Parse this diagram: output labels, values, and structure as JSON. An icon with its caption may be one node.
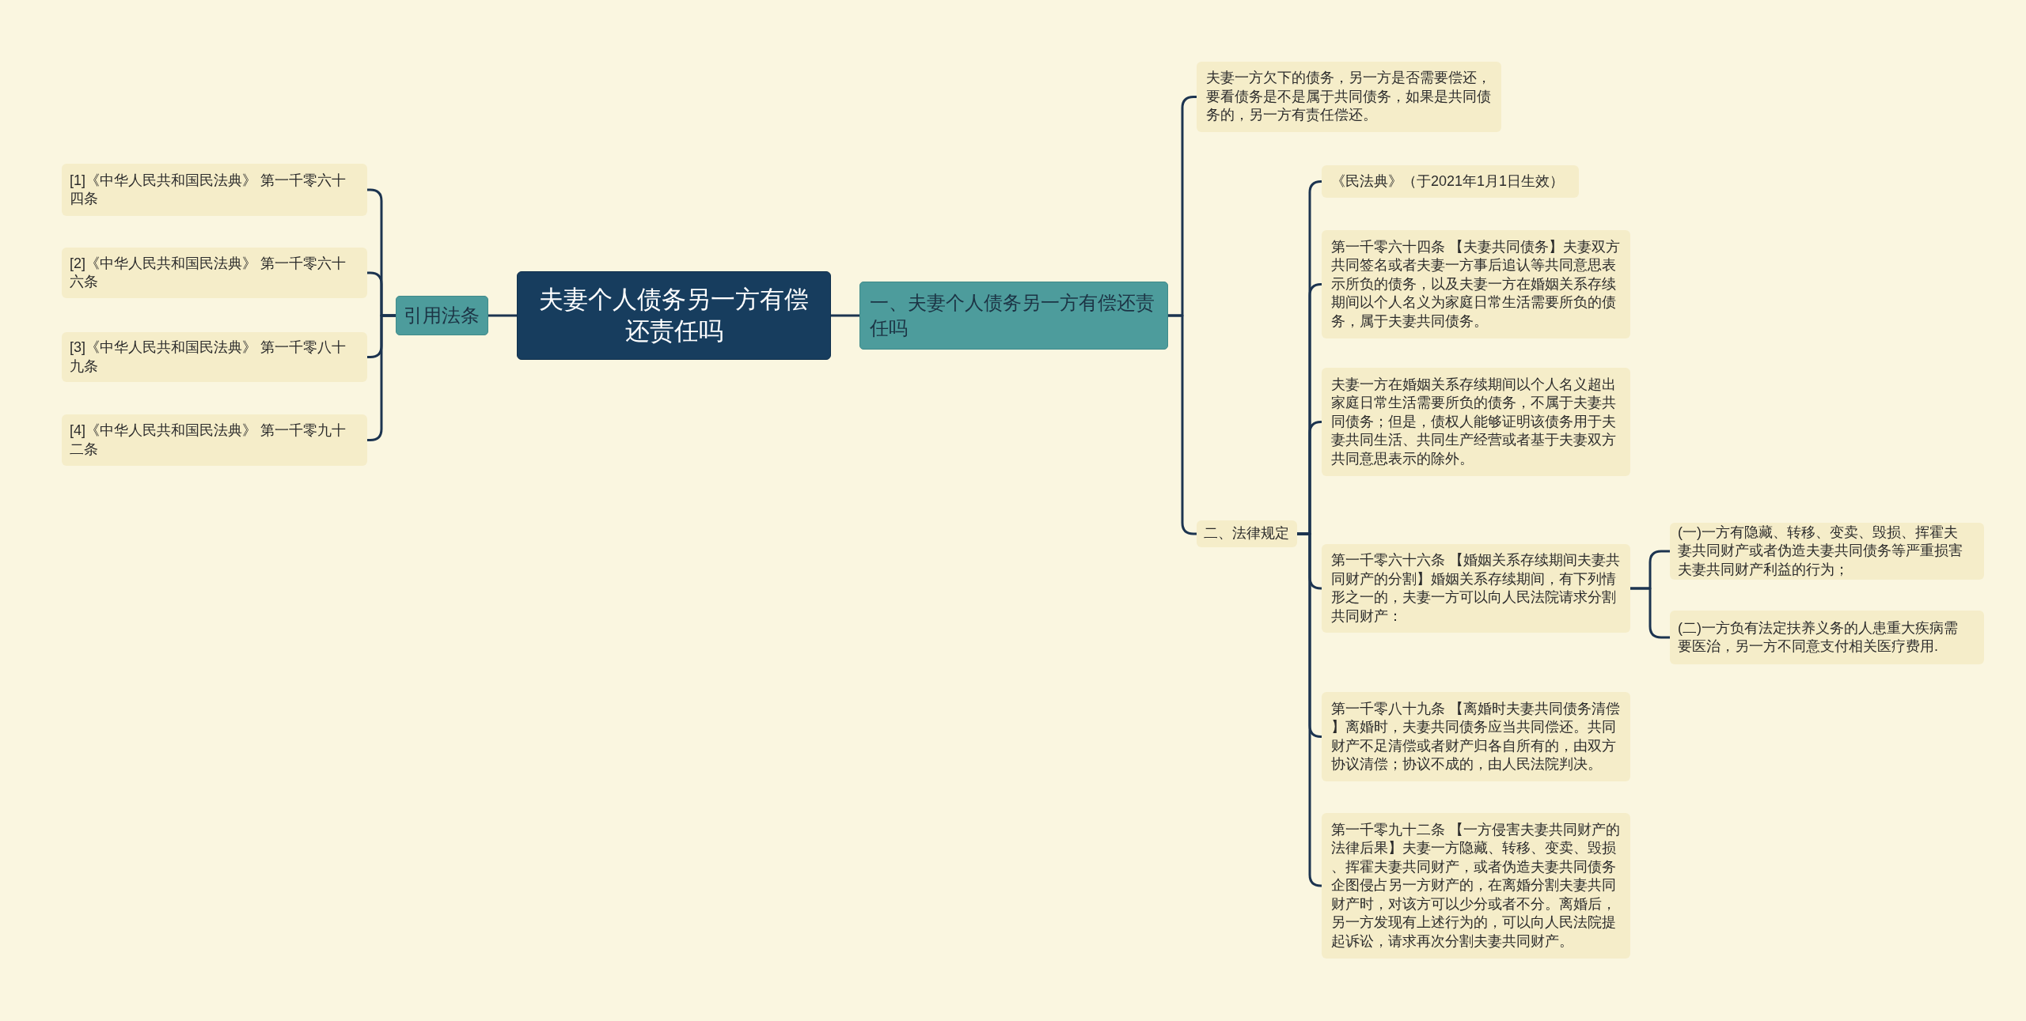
{
  "diagram": {
    "nodes": [
      {
        "text": [
          "夫妻个人债务另一方有偿还责任吗"
        ]
      },
      {
        "text": [
          "引用法条"
        ]
      },
      {
        "text": [
          "[1]《中华人民共和国民法典》 第一千零六十四条"
        ]
      },
      {
        "text": [
          "[2]《中华人民共和国民法典》 第一千零六十六条"
        ]
      },
      {
        "text": [
          "[3]《中华人民共和国民法典》 第一千零八十九条"
        ]
      },
      {
        "text": [
          "[4]《中华人民共和国民法典》 第一千零九十二条"
        ]
      },
      {
        "text": [
          "一、夫妻个人债务另一方有偿还责任吗"
        ]
      },
      {
        "text": [
          "夫妻一方欠下的债务，另一方是否需要偿还，要看债务是不是属于共同债务，如果是共同债务的，另一方有责任偿还。"
        ]
      },
      {
        "text": [
          "二、法律规定"
        ]
      },
      {
        "text": [
          "《民法典》（于2021年1月1日生效）"
        ]
      },
      {
        "text": [
          "第一千零六十四条 【夫妻共同债务】夫妻双方共同签名或者夫妻一方事后追认等共同意思表示所负的债务，以及夫妻一方在婚姻关系存续期间以个人名义为家庭日常生活需要所负的债务，属于夫妻共同债务。"
        ]
      },
      {
        "text": [
          "夫妻一方在婚姻关系存续期间以个人名义超出家庭日常生活需要所负的债务，不属于夫妻共同债务；但是，债权人能够证明该债务用于夫妻共同生活、共同生产经营或者基于夫妻双方共同意思表示的除外。"
        ]
      },
      {
        "text": [
          "第一千零六十六条 【婚姻关系存续期间夫妻共同财产的分割】婚姻关系存续期间，有下列情形之一的，夫妻一方可以向人民法院请求分割共同财产："
        ]
      },
      {
        "text": [
          "(一)一方有隐藏、转移、变卖、毁损、挥霍夫妻共同财产或者伪造夫妻共同债务等严重损害夫妻共同财产利益的行为；"
        ]
      },
      {
        "text": [
          "(二)一方负有法定扶养义务的人患重大疾病需要医治，另一方不同意支付相关医疗费用."
        ]
      },
      {
        "text": [
          "第一千零八十九条 【离婚时夫妻共同债务清偿】离婚时，夫妻共同债务应当共同偿还。共同财产不足清偿或者财产归各自所有的，由双方协议清偿；协议不成的，由人民法院判决。"
        ]
      },
      {
        "text": [
          "第一千零九十二条 【一方侵害夫妻共同财产的法律后果】夫妻一方隐藏、转移、变卖、毁损、挥霍夫妻共同财产，或者伪造夫妻共同债务企图侵占另一方财产的，在离婚分割夫妻共同财产时，对该方可以少分或者不分。离婚后，另一方发现有上述行为的，可以向人民法院提起诉讼，请求再次分割夫妻共同财产。"
        ]
      }
    ],
    "edges": [
      {
        "from": 0,
        "to": 1,
        "arrow": "none"
      },
      {
        "from": 1,
        "to": 2,
        "arrow": "none"
      },
      {
        "from": 1,
        "to": 3,
        "arrow": "none"
      },
      {
        "from": 1,
        "to": 4,
        "arrow": "none"
      },
      {
        "from": 1,
        "to": 5,
        "arrow": "none"
      },
      {
        "from": 0,
        "to": 6,
        "arrow": "none"
      },
      {
        "from": 6,
        "to": 7,
        "arrow": "none"
      },
      {
        "from": 6,
        "to": 8,
        "arrow": "none"
      },
      {
        "from": 8,
        "to": 9,
        "arrow": "none"
      },
      {
        "from": 8,
        "to": 10,
        "arrow": "none"
      },
      {
        "from": 8,
        "to": 11,
        "arrow": "none"
      },
      {
        "from": 8,
        "to": 12,
        "arrow": "none"
      },
      {
        "from": 12,
        "to": 13,
        "arrow": "none"
      },
      {
        "from": 12,
        "to": 14,
        "arrow": "none"
      },
      {
        "from": 8,
        "to": 15,
        "arrow": "none"
      },
      {
        "from": 8,
        "to": 16,
        "arrow": "none"
      }
    ]
  }
}
